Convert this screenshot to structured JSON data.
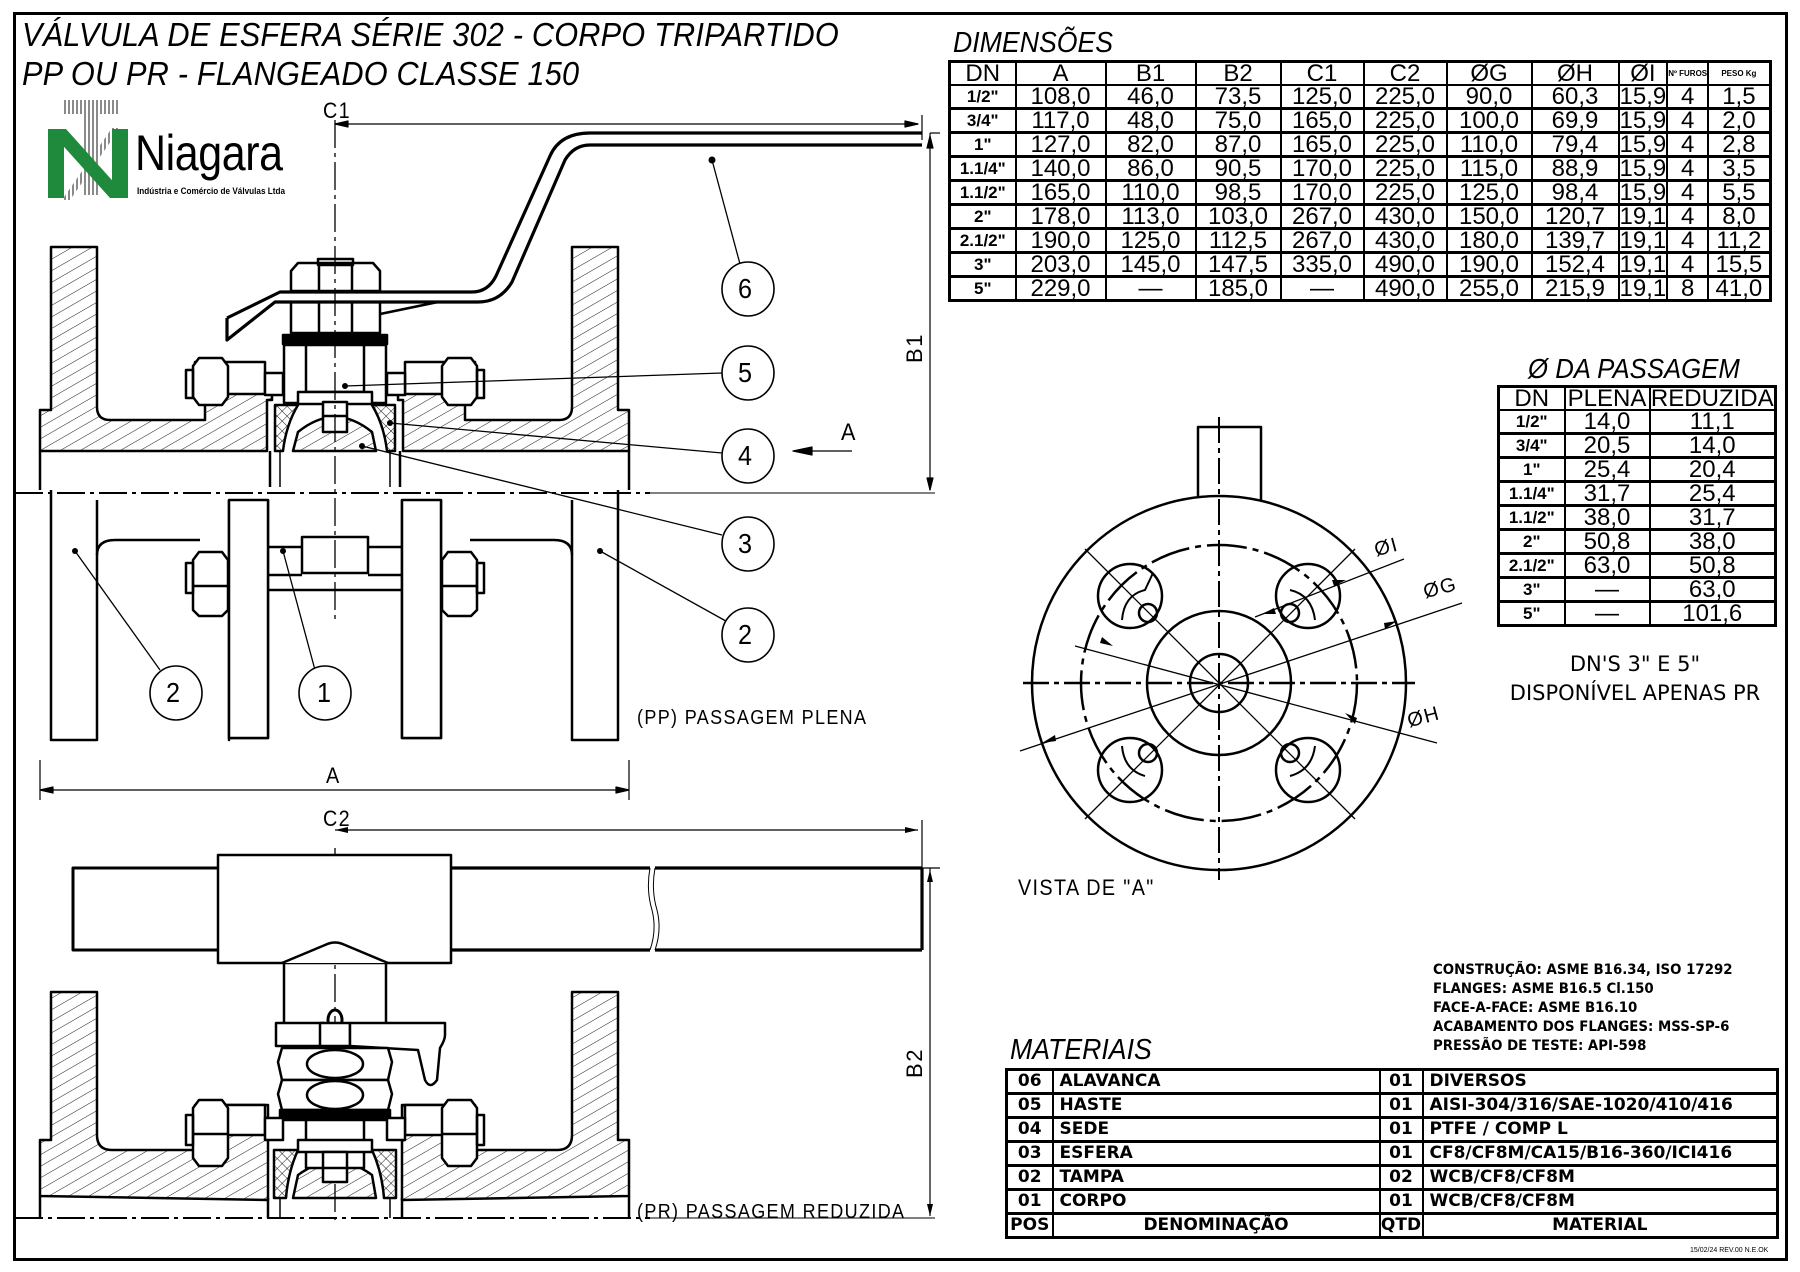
{
  "title": {
    "line1": "VÁLVULA DE ESFERA SÉRIE 302 - CORPO TRIPARTIDO",
    "line2": "PP OU PR - FLANGEADO CLASSE 150"
  },
  "logo": {
    "name": "Niagara",
    "subtitle": "Indústria e Comércio de Válvulas Ltda",
    "brand_color": "#1f8a3c",
    "stripe_color": "#888888"
  },
  "dimensions": {
    "heading": "DIMENSÕES",
    "columns": [
      "DN",
      "A",
      "B1",
      "B2",
      "C1",
      "C2",
      "ØG",
      "ØH",
      "ØI",
      "Nº FUROS",
      "PESO Kg"
    ],
    "rows": [
      [
        "1/2\"",
        "108,0",
        "46,0",
        "73,5",
        "125,0",
        "225,0",
        "90,0",
        "60,3",
        "15,9",
        "4",
        "1,5"
      ],
      [
        "3/4\"",
        "117,0",
        "48,0",
        "75,0",
        "165,0",
        "225,0",
        "100,0",
        "69,9",
        "15,9",
        "4",
        "2,0"
      ],
      [
        "1\"",
        "127,0",
        "82,0",
        "87,0",
        "165,0",
        "225,0",
        "110,0",
        "79,4",
        "15,9",
        "4",
        "2,8"
      ],
      [
        "1.1/4\"",
        "140,0",
        "86,0",
        "90,5",
        "170,0",
        "225,0",
        "115,0",
        "88,9",
        "15,9",
        "4",
        "3,5"
      ],
      [
        "1.1/2\"",
        "165,0",
        "110,0",
        "98,5",
        "170,0",
        "225,0",
        "125,0",
        "98,4",
        "15,9",
        "4",
        "5,5"
      ],
      [
        "2\"",
        "178,0",
        "113,0",
        "103,0",
        "267,0",
        "430,0",
        "150,0",
        "120,7",
        "19,1",
        "4",
        "8,0"
      ],
      [
        "2.1/2\"",
        "190,0",
        "125,0",
        "112,5",
        "267,0",
        "430,0",
        "180,0",
        "139,7",
        "19,1",
        "4",
        "11,2"
      ],
      [
        "3\"",
        "203,0",
        "145,0",
        "147,5",
        "335,0",
        "490,0",
        "190,0",
        "152,4",
        "19,1",
        "4",
        "15,5"
      ],
      [
        "5\"",
        "229,0",
        "—",
        "185,0",
        "—",
        "490,0",
        "255,0",
        "215,9",
        "19,1",
        "8",
        "41,0"
      ]
    ]
  },
  "passage": {
    "heading": "Ø DA PASSAGEM",
    "columns": [
      "DN",
      "PLENA",
      "REDUZIDA"
    ],
    "rows": [
      [
        "1/2\"",
        "14,0",
        "11,1"
      ],
      [
        "3/4\"",
        "20,5",
        "14,0"
      ],
      [
        "1\"",
        "25,4",
        "20,4"
      ],
      [
        "1.1/4\"",
        "31,7",
        "25,4"
      ],
      [
        "1.1/2\"",
        "38,0",
        "31,7"
      ],
      [
        "2\"",
        "50,8",
        "38,0"
      ],
      [
        "2.1/2\"",
        "63,0",
        "50,8"
      ],
      [
        "3\"",
        "—",
        "63,0"
      ],
      [
        "5\"",
        "—",
        "101,6"
      ]
    ],
    "note_line1": "DN'S 3\" E 5\"",
    "note_line2": "DISPONÍVEL APENAS PR"
  },
  "standards": [
    "CONSTRUÇÃO: ASME B16.34, ISO 17292",
    "FLANGES: ASME B16.5 Cl.150",
    "FACE-A-FACE: ASME B16.10",
    "ACABAMENTO DOS FLANGES: MSS-SP-6",
    "PRESSÃO DE TESTE: API-598"
  ],
  "materials": {
    "heading": "MATERIAIS",
    "rows": [
      {
        "pos": "06",
        "name": "ALAVANCA",
        "qtd": "01",
        "material": "DIVERSOS"
      },
      {
        "pos": "05",
        "name": "HASTE",
        "qtd": "01",
        "material": "AISI-304/316/SAE-1020/410/416"
      },
      {
        "pos": "04",
        "name": "SEDE",
        "qtd": "01",
        "material": "PTFE / COMP L"
      },
      {
        "pos": "03",
        "name": "ESFERA",
        "qtd": "01",
        "material": "CF8/CF8M/CA15/B16-360/ICI416"
      },
      {
        "pos": "02",
        "name": "TAMPA",
        "qtd": "02",
        "material": "WCB/CF8/CF8M"
      },
      {
        "pos": "01",
        "name": "CORPO",
        "qtd": "01",
        "material": "WCB/CF8/CF8M"
      }
    ],
    "footer": {
      "pos": "POS",
      "name": "DENOMINAÇÃO",
      "qtd": "QTD",
      "material": "MATERIAL"
    }
  },
  "revision": "15/02/24 REV.00 N.E.OK",
  "drawing_labels": {
    "c1": "C1",
    "c2": "C2",
    "a": "A",
    "b1": "B1",
    "b2": "B2",
    "view_arrow": "A",
    "pp_caption": "(PP) PASSAGEM PLENA",
    "pr_caption": "(PR) PASSAGEM REDUZIDA",
    "view_caption": "VISTA DE \"A\"",
    "dia_i": "ØI",
    "dia_g": "ØG",
    "dia_h": "ØH"
  },
  "balloons": [
    "6",
    "5",
    "4",
    "3",
    "2",
    "1",
    "2"
  ]
}
